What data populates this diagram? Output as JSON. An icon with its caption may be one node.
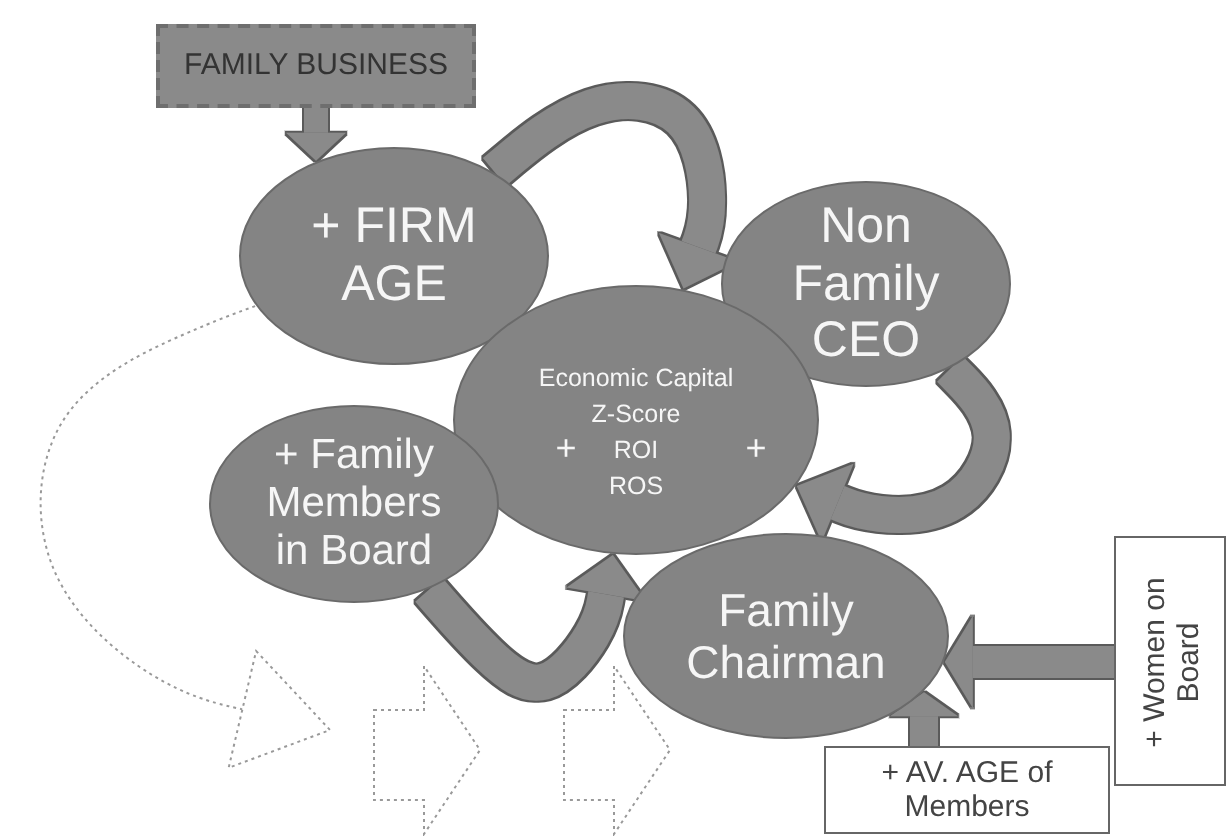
{
  "diagram": {
    "nodes": [
      {
        "text": [
          "FAMILY BUSINESS"
        ]
      },
      {
        "text": [
          "+ FIRM AGE"
        ]
      },
      {
        "text": [
          "Non Family CEO"
        ]
      },
      {
        "text": [
          "Economic Capital",
          "Z-Score",
          "ROI",
          "ROS",
          "+",
          "+"
        ]
      },
      {
        "text": [
          "+ Family Members in Board"
        ]
      },
      {
        "text": [
          "Family Chairman"
        ]
      },
      {
        "text": [
          "+ AV. AGE of Members"
        ]
      },
      {
        "text": [
          "+ Women on Board"
        ]
      }
    ],
    "edges": [
      {
        "from": 0,
        "to": 1,
        "arrow": "to"
      },
      {
        "from": 1,
        "to": 3,
        "arrow": "to"
      },
      {
        "from": 2,
        "to": 3,
        "arrow": "to"
      },
      {
        "from": 4,
        "to": 3,
        "arrow": "to"
      },
      {
        "from": 6,
        "to": 5,
        "arrow": "to"
      },
      {
        "from": 7,
        "to": 5,
        "arrow": "to"
      },
      {
        "from": 1,
        "to": null,
        "arrow": "to",
        "style": "dashed"
      }
    ]
  }
}
